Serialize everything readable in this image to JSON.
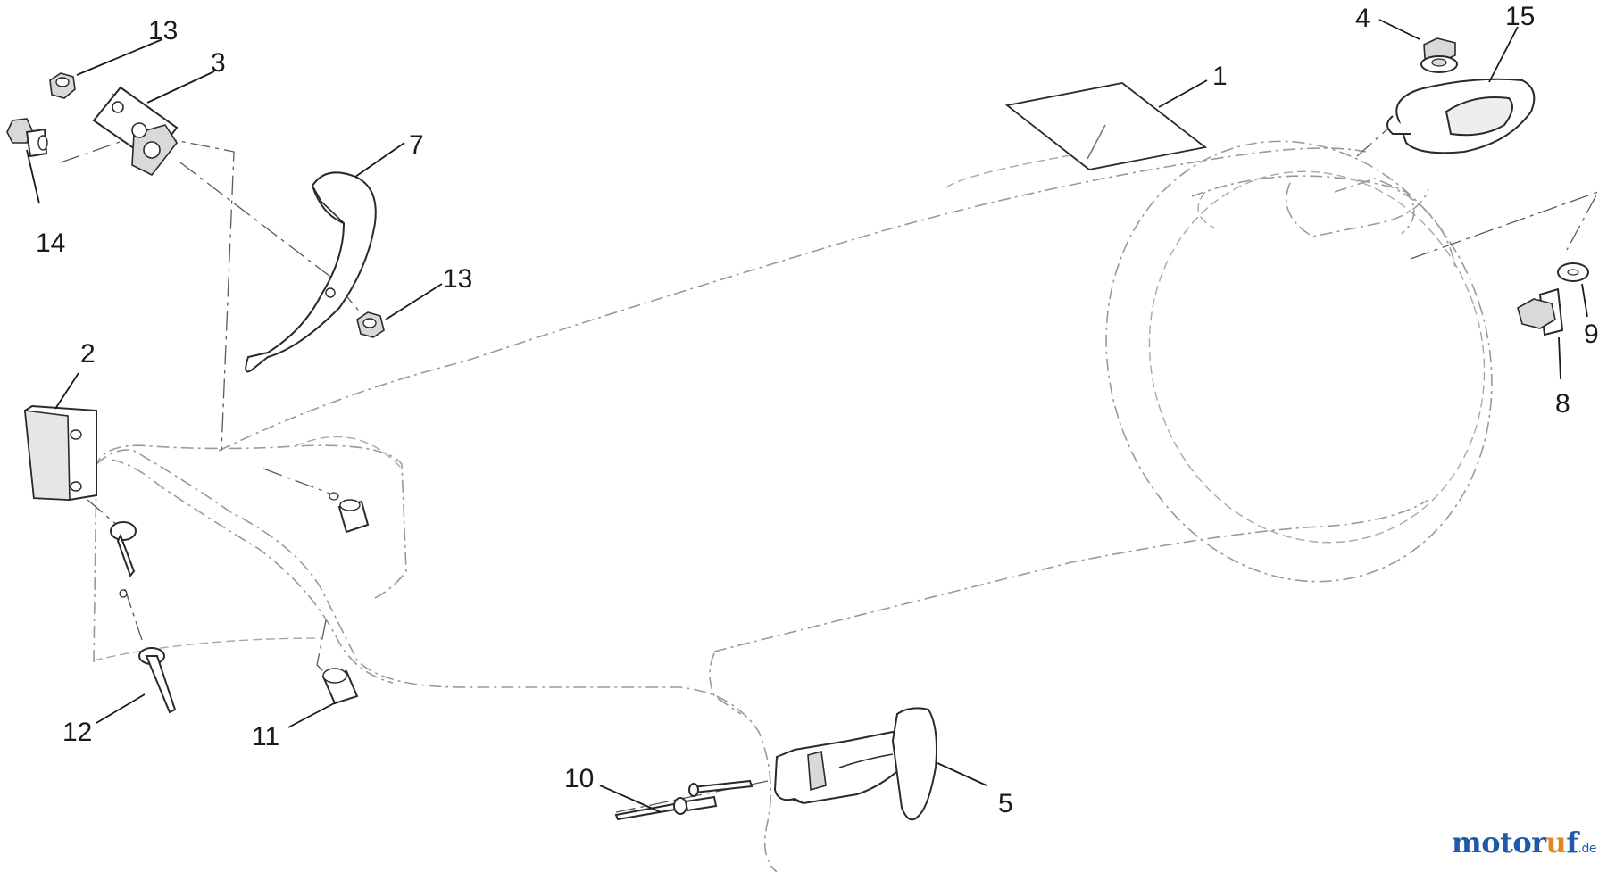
{
  "callouts": {
    "c1": "1",
    "c2": "2",
    "c3": "3",
    "c4": "4",
    "c5": "5",
    "c7": "7",
    "c8": "8",
    "c9": "9",
    "c10": "10",
    "c11": "11",
    "c12": "12",
    "c13_top": "13",
    "c13_mid": "13",
    "c14": "14",
    "c15": "15"
  },
  "watermark": {
    "brand_head": "motor",
    "brand_accent": "u",
    "brand_tail": "f",
    "suffix": ".de"
  }
}
